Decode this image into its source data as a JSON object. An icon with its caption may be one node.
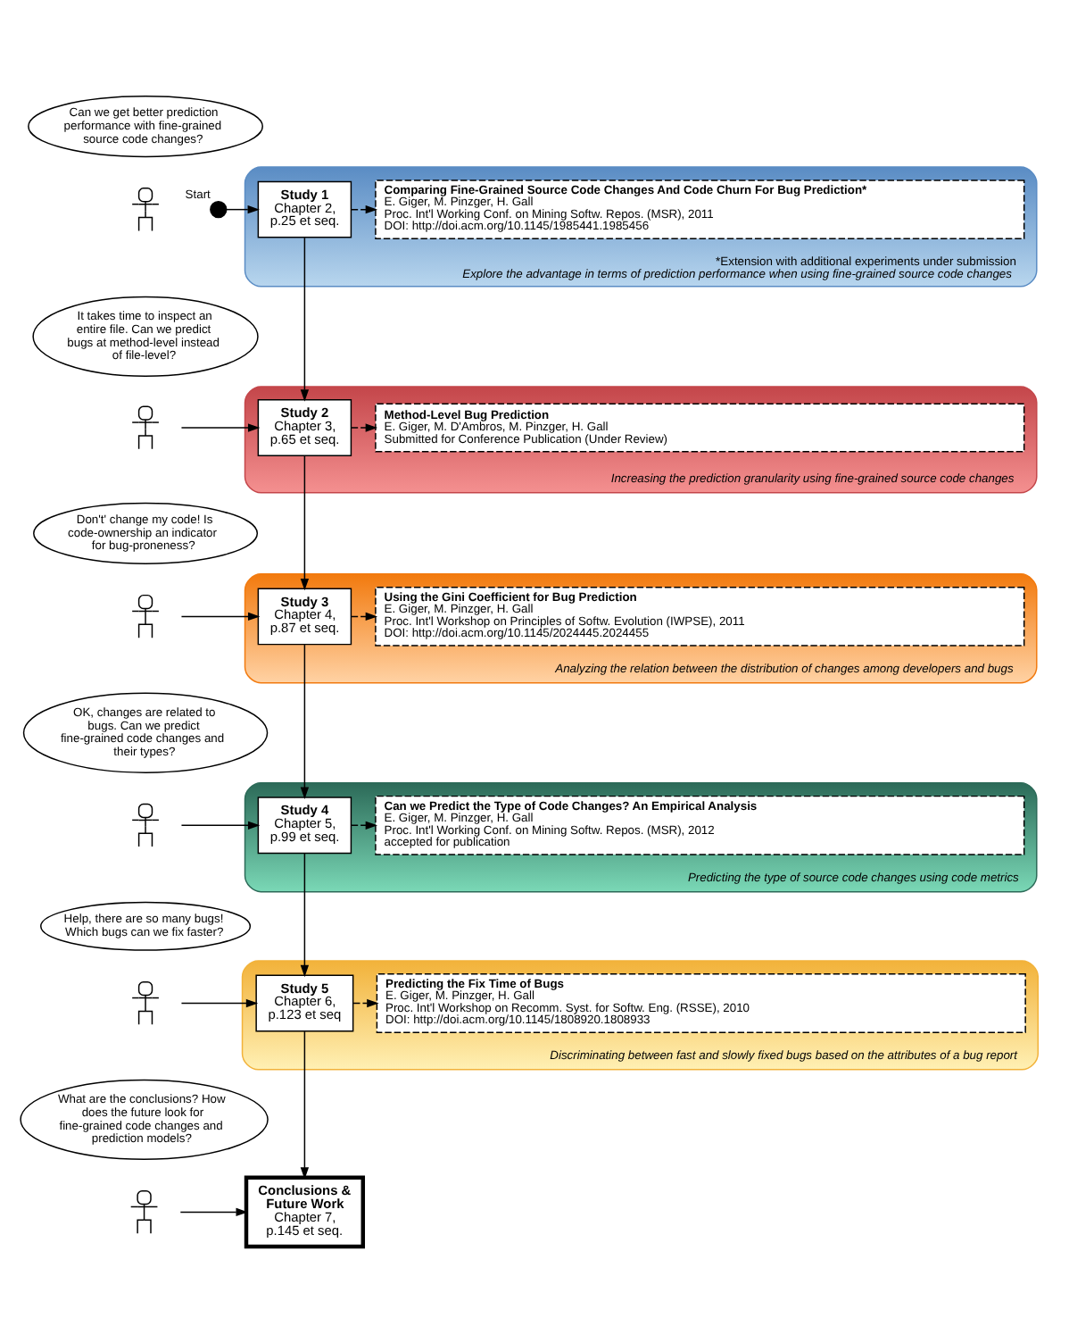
{
  "diagram": {
    "nodes": [
      {
        "text": [
          "Can we get better prediction performance with fine-grained source code changes?"
        ]
      },
      {
        "text": [],
        "shape": "person"
      },
      {
        "text": [],
        "shape": "circle",
        "beside": [
          "Start"
        ]
      },
      {
        "text": [
          "*Extension with additional experiments under submission",
          "Explore the advantage in terms of prediction performance when using fine-grained source code changes"
        ]
      },
      {
        "text": [
          "Study 1",
          "Chapter 2, p.25 et seq."
        ],
        "in": 3
      },
      {
        "text": [
          "Comparing Fine-Grained Source Code Changes And Code Churn For Bug Prediction*",
          "E. Giger, M. Pinzger, H. Gall",
          "Proc. Int'l Working Conf. on Mining Softw. Repos. (MSR), 2011",
          "DOI: http://doi.acm.org/10.1145/1985441.1985456"
        ],
        "in": 3
      },
      {
        "text": [
          "It takes time to inspect an entire file. Can we predict bugs at method-level instead of file-level?"
        ]
      },
      {
        "text": [],
        "shape": "person"
      },
      {
        "text": [
          "Increasing the prediction granularity using fine-grained source code changes"
        ]
      },
      {
        "text": [
          "Study 2",
          "Chapter 3, p.65 et seq."
        ],
        "in": 8
      },
      {
        "text": [
          "Method-Level Bug Prediction",
          "E. Giger, M. D'Ambros, M. Pinzger, H. Gall",
          "Submitted for Conference Publication (Under Review)"
        ],
        "in": 8
      },
      {
        "text": [
          "Don't' change my code! Is code-ownership an indicator for bug-proneness?"
        ]
      },
      {
        "text": [],
        "shape": "person"
      },
      {
        "text": [
          "Analyzing the relation between the distribution of changes among developers and bugs"
        ]
      },
      {
        "text": [
          "Study 3",
          "Chapter 4, p.87 et seq."
        ],
        "in": 13
      },
      {
        "text": [
          "Using the Gini Coefficient for Bug Prediction",
          "E. Giger, M. Pinzger, H. Gall",
          "Proc. Int'l Workshop on Principles of Softw. Evolution (IWPSE), 2011",
          "DOI: http://doi.acm.org/10.1145/2024445.2024455"
        ],
        "in": 13
      },
      {
        "text": [
          "OK, changes are related to bugs. Can we predict fine-grained code changes and their types?"
        ]
      },
      {
        "text": [],
        "shape": "person"
      },
      {
        "text": [
          "Predicting the type of source code changes using code metrics"
        ]
      },
      {
        "text": [
          "Study 4",
          "Chapter 5, p.99 et seq."
        ],
        "in": 18
      },
      {
        "text": [
          "Can we Predict the Type of Code Changes? An Empirical Analysis",
          "E. Giger, M. Pinzger, H. Gall",
          "Proc. Int'l Working Conf. on Mining Softw. Repos. (MSR), 2012",
          "accepted for publication"
        ],
        "in": 18
      },
      {
        "text": [
          "Help, there are so many bugs! Which bugs can we fix faster?"
        ]
      },
      {
        "text": [],
        "shape": "person"
      },
      {
        "text": [
          "Discriminating between fast and slowly fixed bugs based on the attributes of a bug report"
        ]
      },
      {
        "text": [
          "Study 5",
          "Chapter 6, p.123 et seq"
        ],
        "in": 23
      },
      {
        "text": [
          "Predicting the Fix Time of Bugs",
          "E. Giger, M. Pinzger, H. Gall",
          "Proc. Int'l Workshop on Recomm. Syst. for Softw. Eng. (RSSE), 2010",
          "DOI: http://doi.acm.org/10.1145/1808920.1808933"
        ],
        "in": 23
      },
      {
        "text": [
          "What are the conclusions? How does the future look for fine-grained code changes and prediction models?"
        ]
      },
      {
        "text": [],
        "shape": "person"
      },
      {
        "text": [
          "Conclusions & Future Work",
          "Chapter 7, p.145 et seq."
        ]
      }
    ],
    "edges": [
      {
        "from": 2,
        "to": 4,
        "arrow": "to"
      },
      {
        "from": 4,
        "to": 5,
        "arrow": "to",
        "style": "dashed"
      },
      {
        "from": 4,
        "to": 9,
        "arrow": "to"
      },
      {
        "from": 7,
        "to": 9,
        "arrow": "to"
      },
      {
        "from": 9,
        "to": 10,
        "arrow": "to",
        "style": "dashed"
      },
      {
        "from": 9,
        "to": 14,
        "arrow": "to"
      },
      {
        "from": 12,
        "to": 14,
        "arrow": "to"
      },
      {
        "from": 14,
        "to": 15,
        "arrow": "to",
        "style": "dashed"
      },
      {
        "from": 14,
        "to": 19,
        "arrow": "to"
      },
      {
        "from": 17,
        "to": 19,
        "arrow": "to"
      },
      {
        "from": 19,
        "to": 20,
        "arrow": "to",
        "style": "dashed"
      },
      {
        "from": 19,
        "to": 24,
        "arrow": "to"
      },
      {
        "from": 22,
        "to": 24,
        "arrow": "to"
      },
      {
        "from": 24,
        "to": 25,
        "arrow": "to",
        "style": "dashed"
      },
      {
        "from": 24,
        "to": 28,
        "arrow": "to"
      },
      {
        "from": 27,
        "to": 28,
        "arrow": "to"
      }
    ]
  }
}
